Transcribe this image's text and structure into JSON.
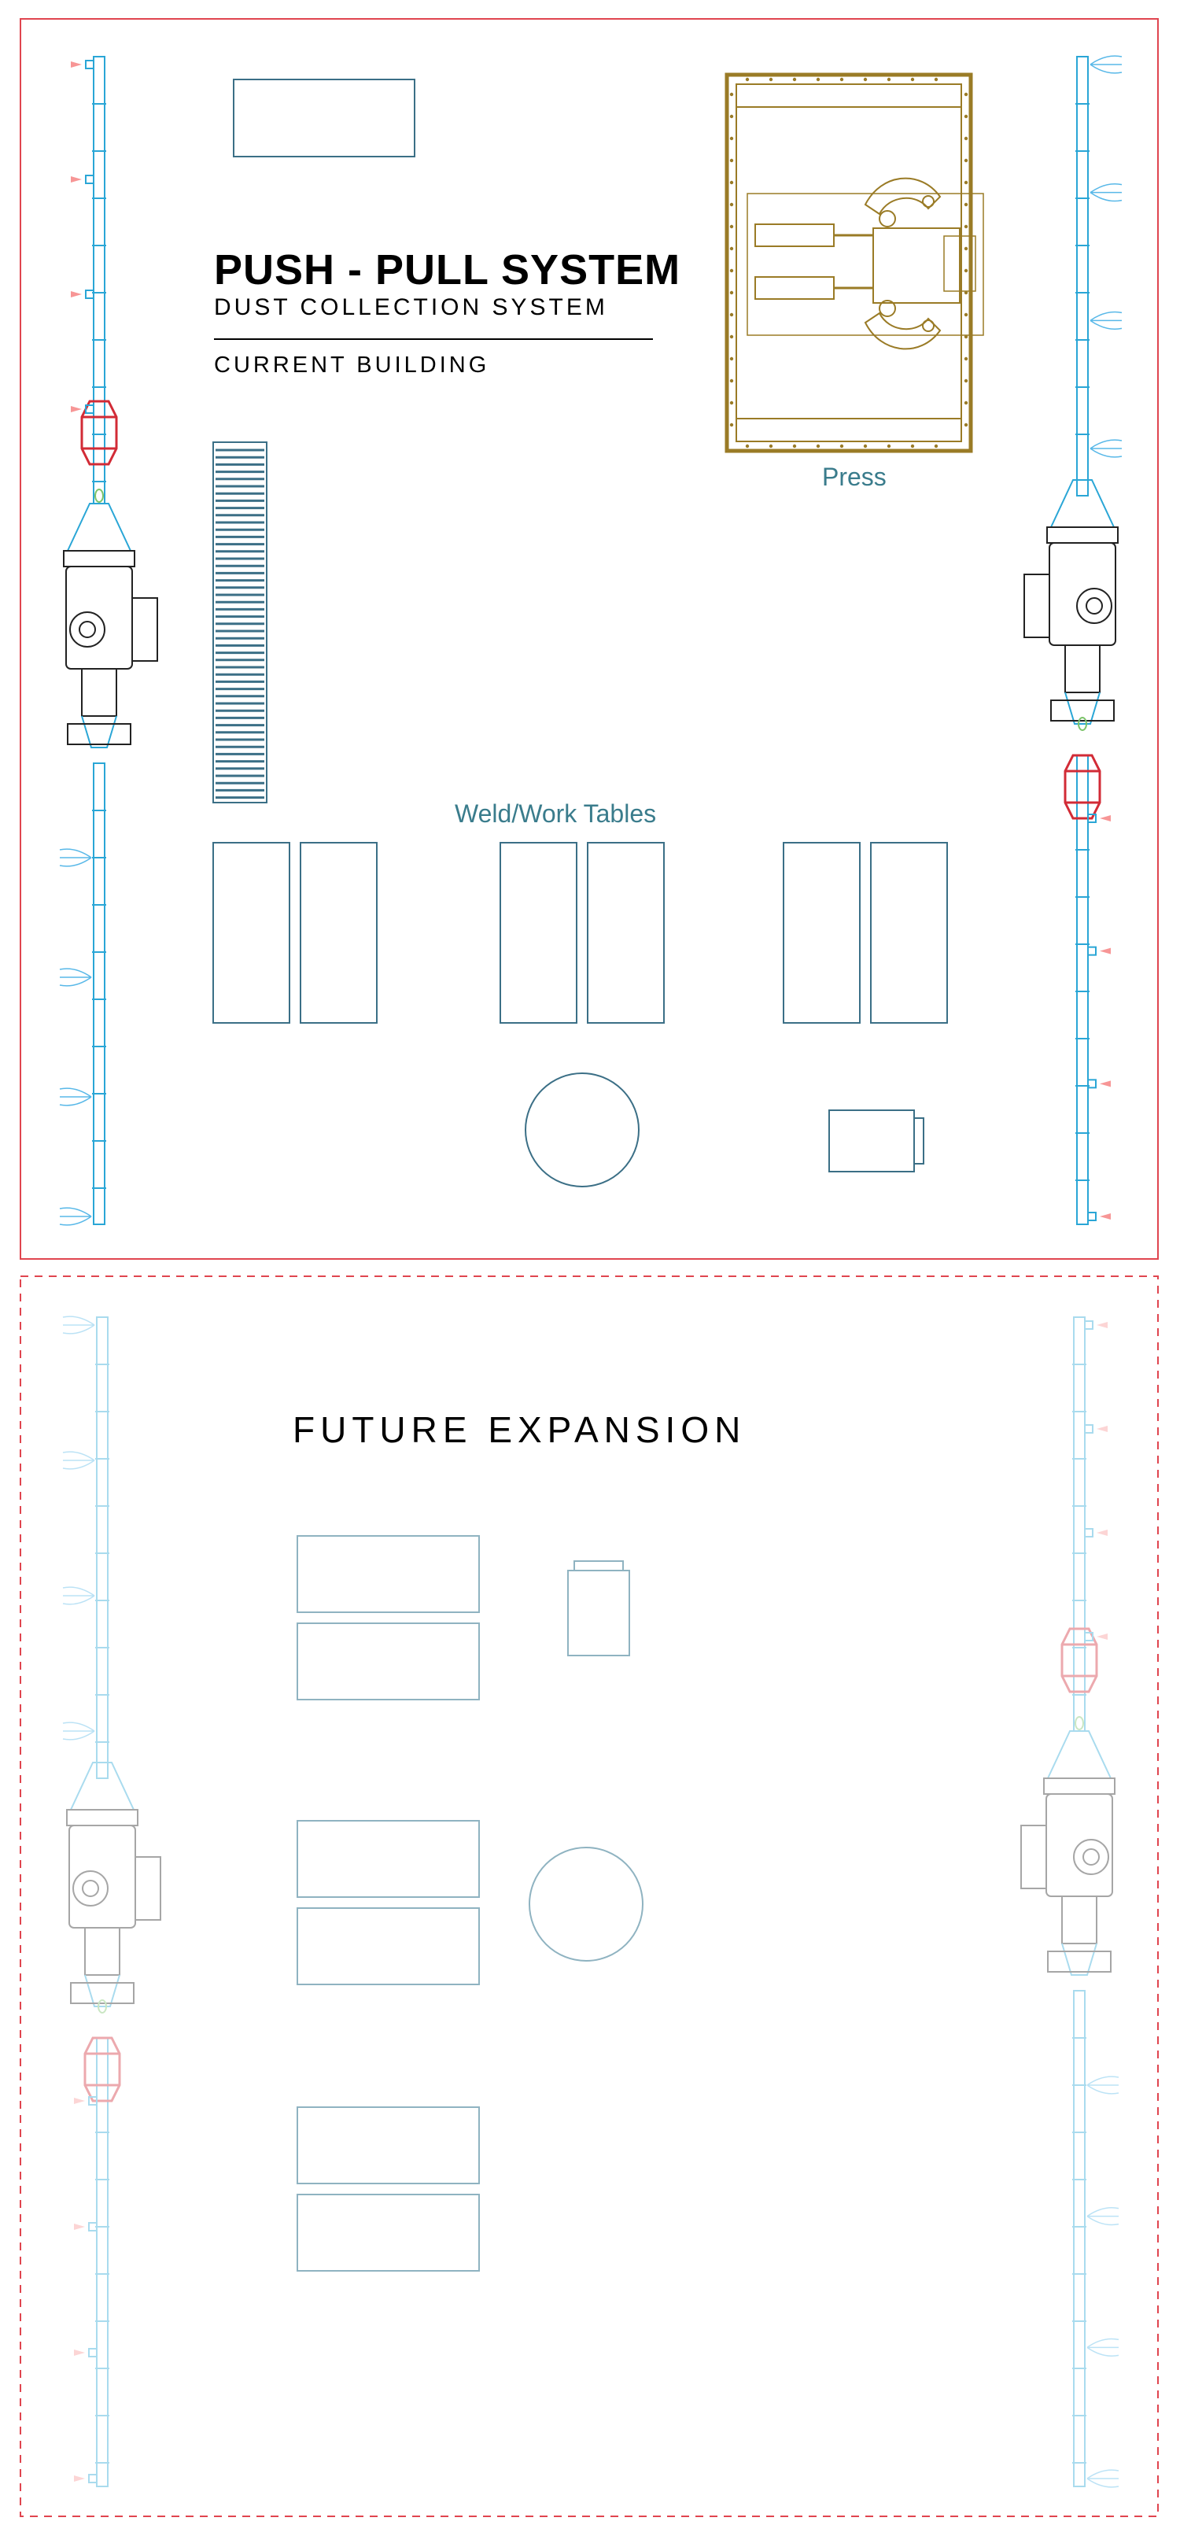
{
  "current_building": {
    "title": "PUSH - PULL SYSTEM",
    "subtitle": "DUST COLLECTION SYSTEM",
    "section_label": "CURRENT BUILDING",
    "press_label": "Press",
    "weld_tables_label": "Weld/Work Tables"
  },
  "future": {
    "section_label": "FUTURE EXPANSION"
  },
  "colors": {
    "border_red": "#e0454f",
    "duct_blue": "#2aa6d6",
    "table_teal": "#3b6f86",
    "press_gold": "#9a7b26",
    "label_teal": "#3a7c8c",
    "airflow_red": "#f36a6a",
    "airflow_blue": "#58b8e8",
    "filter_red": "#d22b36"
  }
}
